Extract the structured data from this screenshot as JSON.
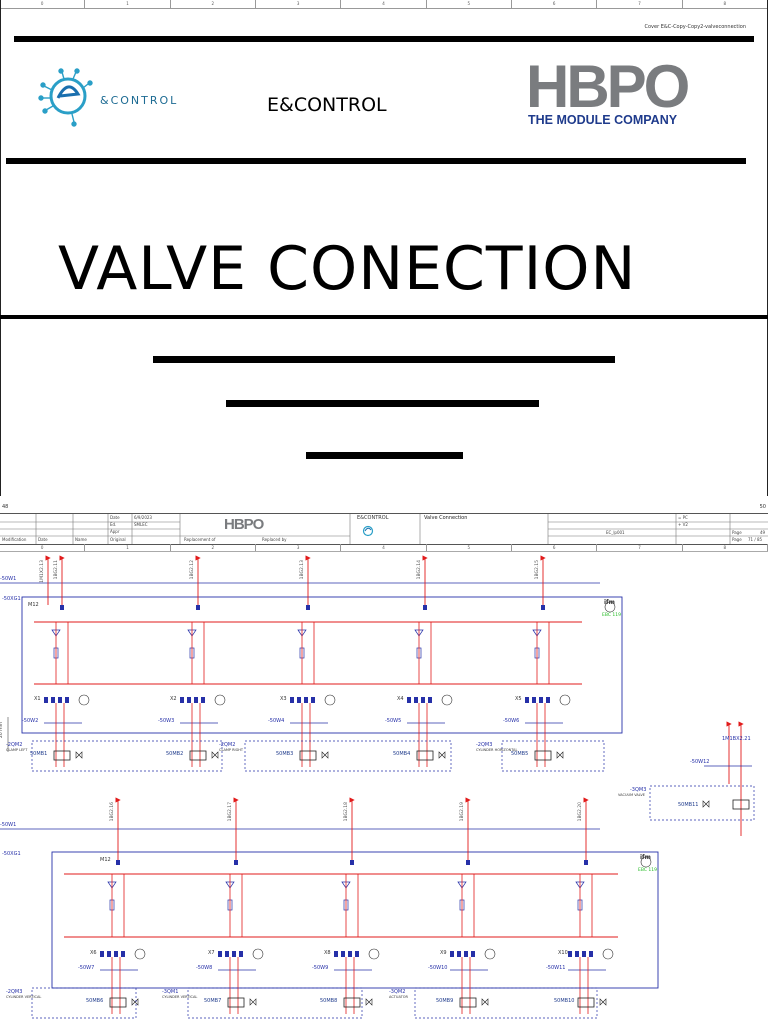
{
  "cover": {
    "header_ref": "Cover E&C-Copy-Copy2-valveconnection",
    "ruler_numbers": [
      "0",
      "1",
      "2",
      "3",
      "4",
      "5",
      "6",
      "7",
      "8"
    ],
    "ec_logo_text": "&CONTROL",
    "company_name": "E&CONTROL",
    "hbpo_logo": "HBPO",
    "hbpo_tagline": "THE MODULE COMPANY",
    "main_title": "VALVE CONECTION"
  },
  "sheet": {
    "page_left": "48",
    "page_right": "50",
    "ruler_numbers": [
      "0",
      "1",
      "2",
      "3",
      "4",
      "5",
      "6",
      "7",
      "8"
    ],
    "title_block": {
      "date_label": "Date",
      "date_value": "6/9/2023",
      "ed_label": "Ed.",
      "ed_value": "SMLEC",
      "appr_label": "Appr",
      "original_label": "Original",
      "replacement_label": "Replacement of",
      "replaced_label": "Replaced by",
      "modification_label": "Modification",
      "date_col": "Date",
      "name_col": "Name",
      "hbpo": "HBPO",
      "ec": "E&CONTROL",
      "drawing_title": "Valve Connection",
      "code": "EC_lp001",
      "eq1": "= PC",
      "eq2": "+ V2",
      "page_label": "Page",
      "page_value": "49",
      "page_of_label": "Page",
      "page_of_value": "71 / 85"
    },
    "top_row": {
      "wire_labels": [
        "1M1X2.13",
        "1BG2.11",
        "1BG2.12",
        "1BG2.13",
        "1BG2.14",
        "1BG2.15"
      ],
      "bus_label": "-50W1",
      "module_label": "-50XG1",
      "m12": "M12",
      "ifm": "ifm",
      "ebc": "EBC 119",
      "ports": [
        "X1",
        "X2",
        "X3",
        "X4",
        "X5"
      ],
      "valve_islands": [
        "-50W2",
        "-50W3",
        "-50W4",
        "-50W5",
        "-50W6"
      ],
      "groups": [
        "-2QM2",
        "-2QM2",
        "-2QM3"
      ],
      "group_desc": [
        "CLAMP LEFT",
        "CLAMP RIGHT",
        "CYLINDER HORIZONTAL"
      ],
      "coils": [
        "50MB1",
        "50MB2",
        "50MB3",
        "50MB4",
        "50MB5"
      ],
      "dim_label": "20 mm"
    },
    "side": {
      "wire_label": "1M1BX2.21",
      "island": "-50W12",
      "group": "-3QM3",
      "group_desc": "VACUUM VALVE",
      "coil": "50MB11"
    },
    "bottom_row": {
      "wire_labels": [
        "1BG2.16",
        "1BG2.17",
        "1BG2.18",
        "1BG2.19",
        "1BG2.20"
      ],
      "bus_label": "-50W1",
      "module_label": "-50XG1",
      "m12": "M12",
      "ifm": "ifm",
      "ebc": "EBC 119",
      "ports": [
        "X6",
        "X7",
        "X8",
        "X9",
        "X10"
      ],
      "valve_islands": [
        "-50W7",
        "-50W8",
        "-50W9",
        "-50W10",
        "-50W11"
      ],
      "groups": [
        "-2QM3",
        "-3QM1",
        "-3QM2"
      ],
      "group_desc": [
        "CYLINDER VERTICAL",
        "CYLINDER VERTICAL",
        "ACTUATOR"
      ],
      "coils": [
        "50MB6",
        "50MB7",
        "50MB8",
        "50MB9",
        "50MB10"
      ]
    }
  },
  "colors": {
    "wire_red": "#e11b1b",
    "frame_blue": "#2630a8",
    "hbpo_gray": "#7a7c7f",
    "hbpo_blue": "#1f3b8c",
    "ec_teal": "#2a9fc7",
    "ebc_green": "#22bb22"
  }
}
